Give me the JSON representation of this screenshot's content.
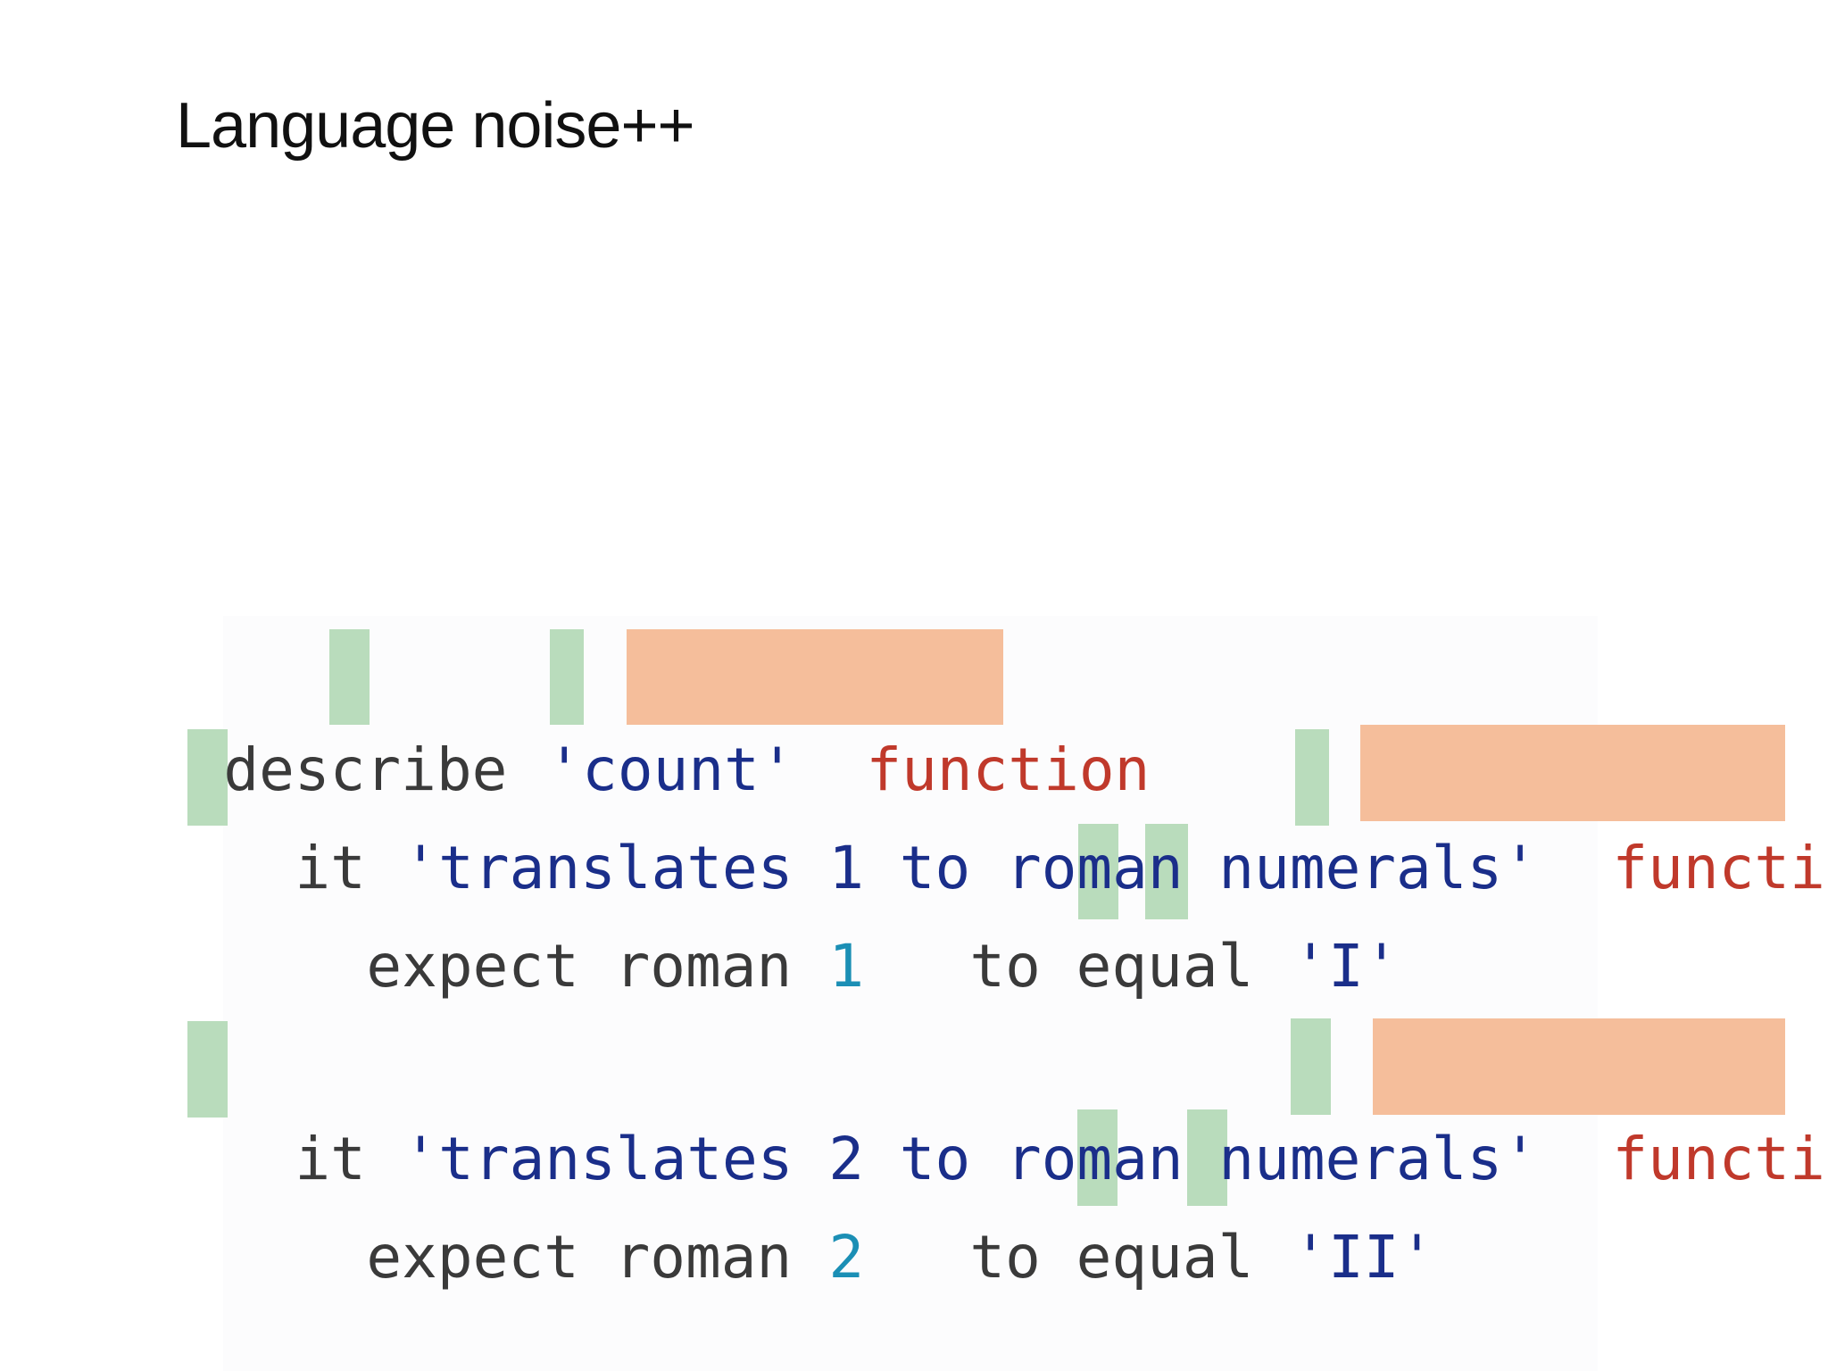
{
  "slide": {
    "title": "Language noise++"
  },
  "code": {
    "line1": {
      "keyword": "describe",
      "quote_open": "'",
      "text": "count",
      "quote_close": "'",
      "function_label": "function"
    },
    "line2": {
      "keyword": "it",
      "quote_open": "'",
      "text_a": "translates ",
      "number": "1",
      "text_b": " to roman numerals",
      "quote_close": "'",
      "function_label": "function"
    },
    "line3": {
      "expect": "expect roman",
      "number": "1",
      "to_equal": "to equal",
      "quote_open": "'",
      "value": "I",
      "quote_close": "'"
    },
    "line4": {
      "keyword": "it",
      "quote_open": "'",
      "text_a": "translates ",
      "number": "2",
      "text_b": " to roman numerals",
      "quote_close": "'",
      "function_label": "function"
    },
    "line5": {
      "expect": "expect roman",
      "number": "2",
      "to_equal": "to equal",
      "quote_open": "'",
      "value": "II",
      "quote_close": "'"
    }
  },
  "colors": {
    "quote_highlight": "#b9dcbc",
    "function_highlight": "#f5be9b",
    "keyword": "#3a3a3a",
    "string": "#1a2e8a",
    "number": "#1b8fb5",
    "function_text": "#c0392b"
  }
}
